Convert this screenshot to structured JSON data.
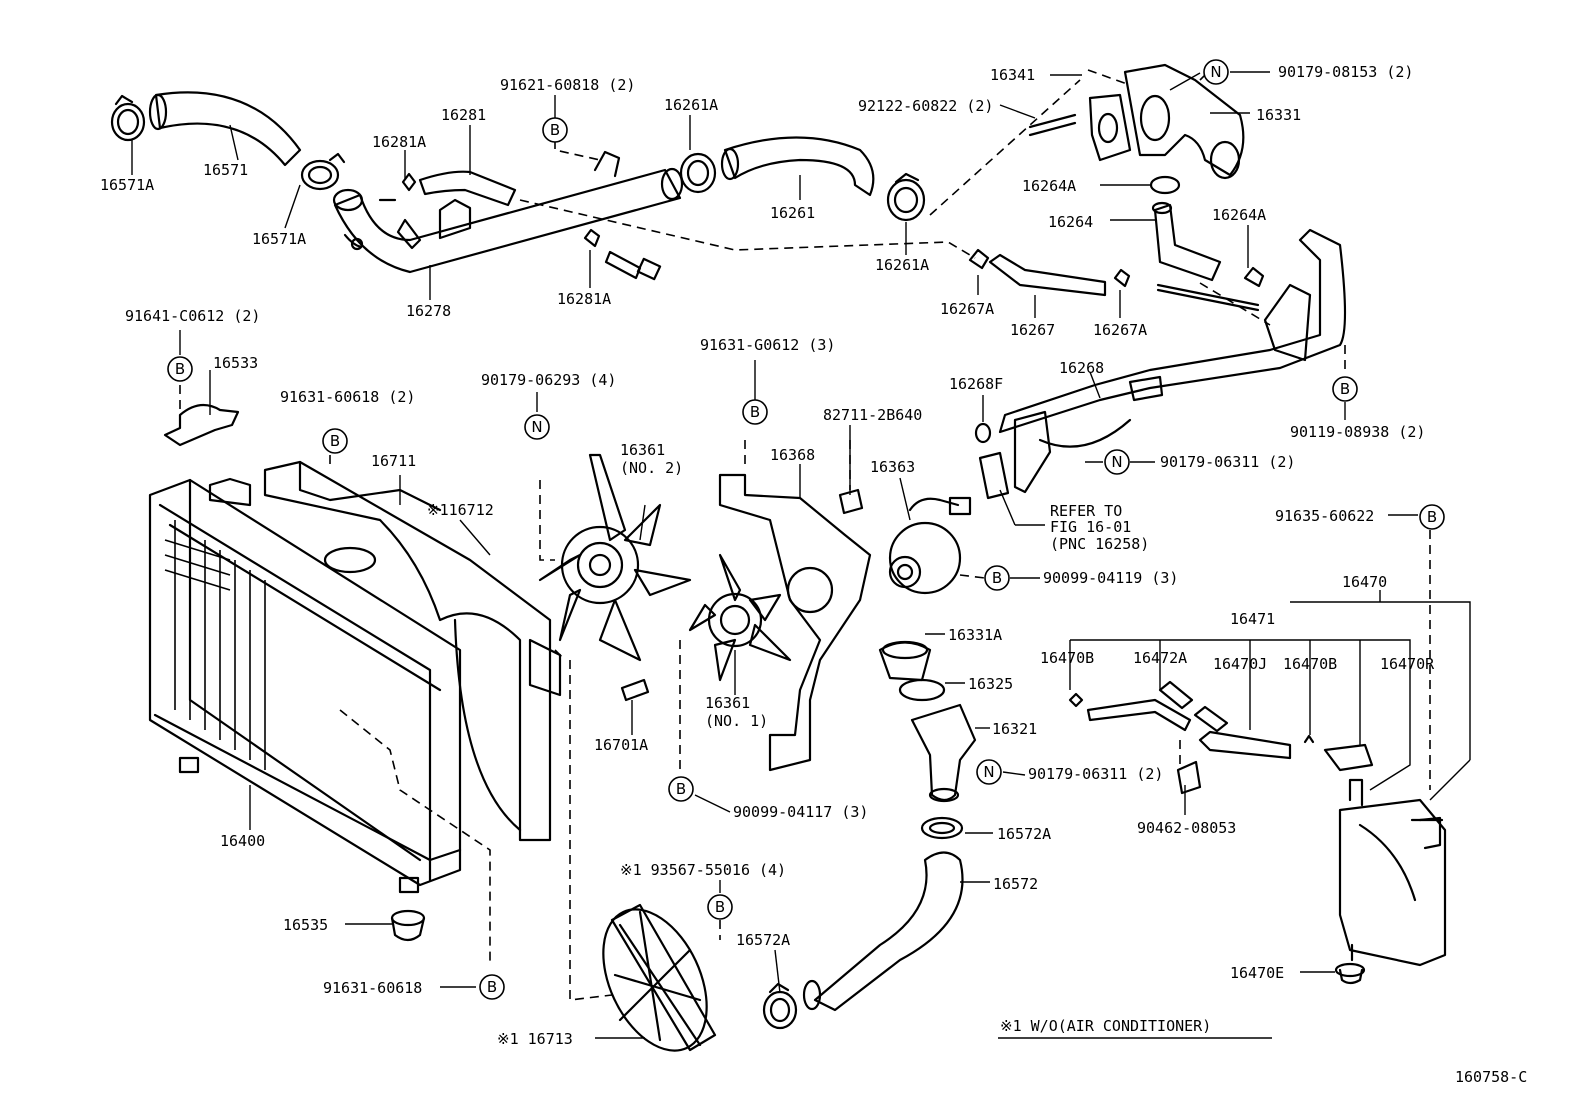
{
  "labels": {
    "p16571A_top": "16571A",
    "p16571": "16571",
    "p16571A_low": "16571A",
    "p16281A_top": "16281A",
    "p16281": "16281",
    "b9162160818": "91621-60818 (2)",
    "p16261A_top": "16261A",
    "p16261": "16261",
    "p16261A_low": "16261A",
    "p16278": "16278",
    "p16281A_low": "16281A",
    "p16341": "16341",
    "b9212260822": "92122-60822 (2)",
    "n9017908153": "90179-08153 (2)",
    "p16331": "16331",
    "p16264A_left": "16264A",
    "p16264": "16264",
    "p16264A_right": "16264A",
    "p16267A_left": "16267A",
    "p16267": "16267",
    "p16267A_right": "16267A",
    "p16268": "16268",
    "p16268F": "16268F",
    "b9011908938": "90119-08938 (2)",
    "n9017906311_top": "90179-06311 (2)",
    "refer1": "REFER TO",
    "refer2": "FIG 16-01",
    "refer3": "(PNC 16258)",
    "b91641C0612": "91641-C0612 (2)",
    "p16533": "16533",
    "b9163160618_2": "91631-60618 (2)",
    "p16711": "16711",
    "p116712": "※116712",
    "n9017906293": "90179-06293 (4)",
    "p16361_no2": "16361",
    "no2": "(NO. 2)",
    "b91631G0612": "91631-G0612 (3)",
    "p16368": "16368",
    "b827112B640": "82711-2B640",
    "p16363": "16363",
    "b9009904119": "90099-04119 (3)",
    "p16331A": "16331A",
    "p16325": "16325",
    "p16321": "16321",
    "n9017906311_low": "90179-06311 (2)",
    "p16361_no1": "16361",
    "no1": "(NO. 1)",
    "p16701A": "16701A",
    "b9009904117": "90099-04117 (3)",
    "p16400": "16400",
    "p16535": "16535",
    "b9163160618": "91631-60618",
    "b9356755016": "※1  93567-55016 (4)",
    "p16572A_right": "16572A",
    "p16572": "16572",
    "p16572A_left": "16572A",
    "p116713": "※1 16713",
    "b9163560622": "91635-60622",
    "p16470": "16470",
    "p16471": "16471",
    "p16470B_left": "16470B",
    "p16472A": "16472A",
    "p16470J": "16470J",
    "p16470B_right": "16470B",
    "p16470R": "16470R",
    "b9046208053": "90462-08053",
    "p16470E": "16470E",
    "note": "※1 W/O(AIR CONDITIONER)",
    "figure_id": "160758-C"
  },
  "callout_letters": {
    "bolt": "B",
    "nut": "N"
  }
}
